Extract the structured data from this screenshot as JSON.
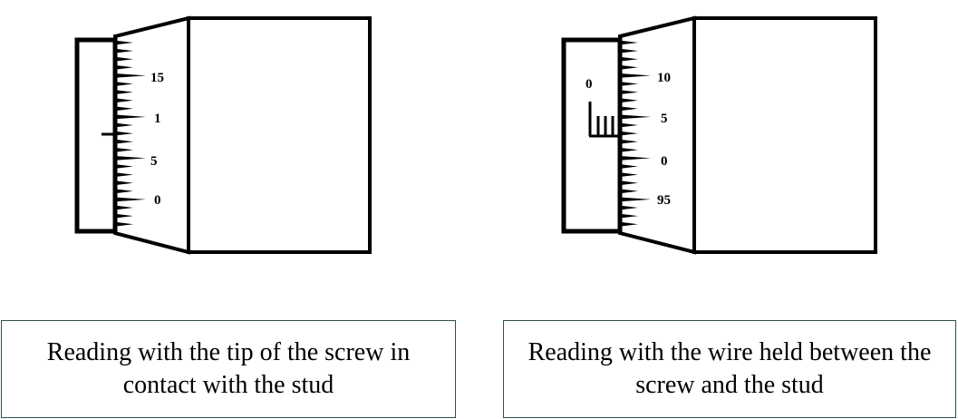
{
  "micrometers": [
    {
      "id": "left",
      "circular_scale_labels": [
        "15",
        "1",
        "5",
        "0"
      ],
      "main_scale_label": "",
      "caption": "Reading with the tip of the screw in contact with the stud"
    },
    {
      "id": "right",
      "circular_scale_labels": [
        "10",
        "5",
        "0",
        "95"
      ],
      "main_scale_label": "0",
      "caption": "Reading with the wire held between the screw and the stud"
    }
  ]
}
